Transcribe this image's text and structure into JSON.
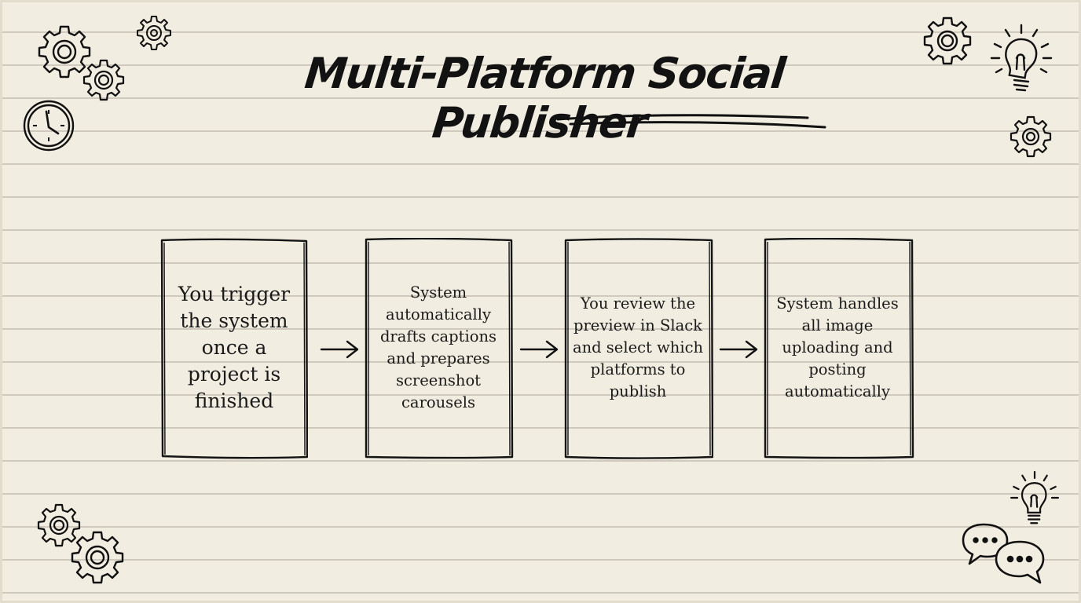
{
  "title": "Multi-Platform Social Publisher",
  "steps": [
    {
      "text": "You trigger the system once a project is finished"
    },
    {
      "text": "System automatically drafts captions and prepares screenshot carousels"
    },
    {
      "text": "You review the preview in Slack and select which platforms to publish"
    },
    {
      "text": "System handles all image uploading and posting automatically"
    }
  ],
  "icons": [
    "gear-icon",
    "clock-icon",
    "lightbulb-icon",
    "chat-bubbles-icon",
    "arrow-right-icon"
  ],
  "colors": {
    "paper": "#f2ede1",
    "ink": "#121212",
    "rule": "#cfcabd"
  }
}
